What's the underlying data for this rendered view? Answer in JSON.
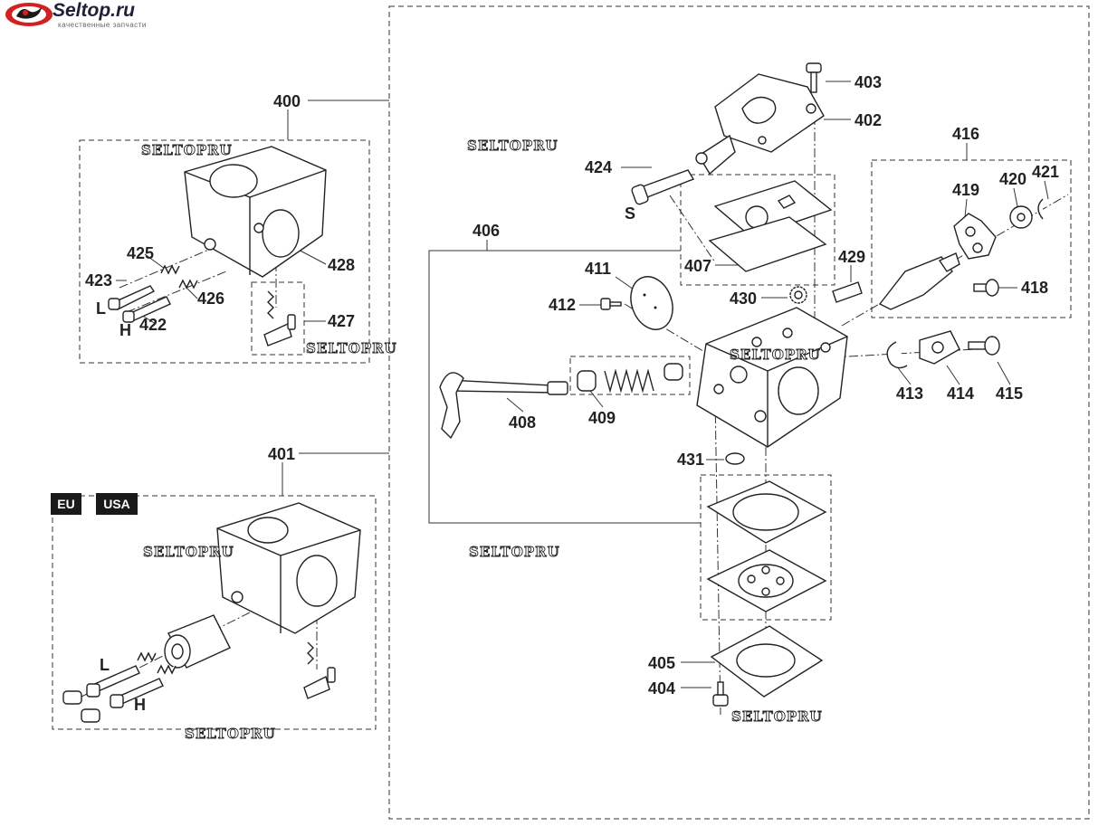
{
  "header": {
    "site_name": "Seltop.ru",
    "tagline": "качественные запчасти"
  },
  "badges": [
    "EU",
    "USA"
  ],
  "watermark": "SELTOPRU",
  "part_labels": {
    "400": "400",
    "401": "401",
    "402": "402",
    "403": "403",
    "404": "404",
    "405": "405",
    "406": "406",
    "407": "407",
    "408": "408",
    "409": "409",
    "411": "411",
    "412": "412",
    "413": "413",
    "414": "414",
    "415": "415",
    "416": "416",
    "418": "418",
    "419": "419",
    "420": "420",
    "421": "421",
    "422": "422",
    "423": "423",
    "424": "424",
    "425": "425",
    "426": "426",
    "427": "427",
    "428": "428",
    "429": "429",
    "430": "430",
    "431": "431"
  },
  "screw_labels": {
    "s": "S",
    "l_top": "L",
    "h_top": "H",
    "l_bottom": "L",
    "h_bottom": "H"
  },
  "colors": {
    "logo_red": "#d42020",
    "ink": "#222222",
    "badge_bg": "#1a1a1a"
  }
}
